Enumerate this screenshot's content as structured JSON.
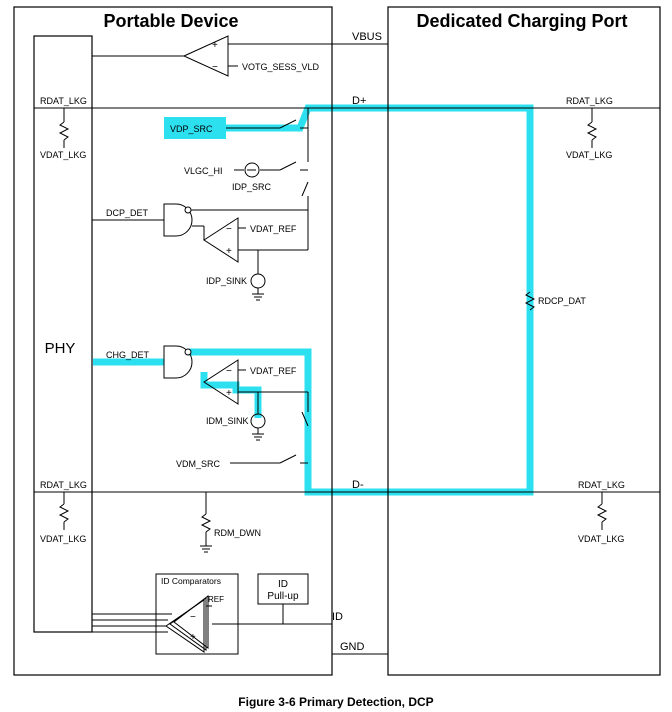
{
  "panels": {
    "portable_device_title": "Portable Device",
    "charging_port_title": "Dedicated Charging Port"
  },
  "phy_label": "PHY",
  "signals": {
    "vbus": "VBUS",
    "dplus": "D+",
    "dminus": "D-",
    "id": "ID",
    "gnd": "GND",
    "dcp_det": "DCP_DET",
    "chg_det": "CHG_DET"
  },
  "components": {
    "votg_sess_vld": "VOTG_SESS_VLD",
    "rdat_lkg": "RDAT_LKG",
    "vdat_lkg": "VDAT_LKG",
    "vdp_src": "VDP_SRC",
    "vlgc_hi": "VLGC_HI",
    "idp_src": "IDP_SRC",
    "vdat_ref": "VDAT_REF",
    "idp_sink": "IDP_SINK",
    "idm_sink": "IDM_SINK",
    "vdm_src": "VDM_SRC",
    "rdm_dwn": "RDM_DWN",
    "rdcp_dat": "RDCP_DAT",
    "id_comparators": "ID Comparators",
    "ref": "REF",
    "id_pullup_line1": "ID",
    "id_pullup_line2": "Pull-up"
  },
  "caption": "Figure 3-6  Primary Detection, DCP",
  "colors": {
    "highlight": "#2de0f0",
    "line": "#000000"
  }
}
